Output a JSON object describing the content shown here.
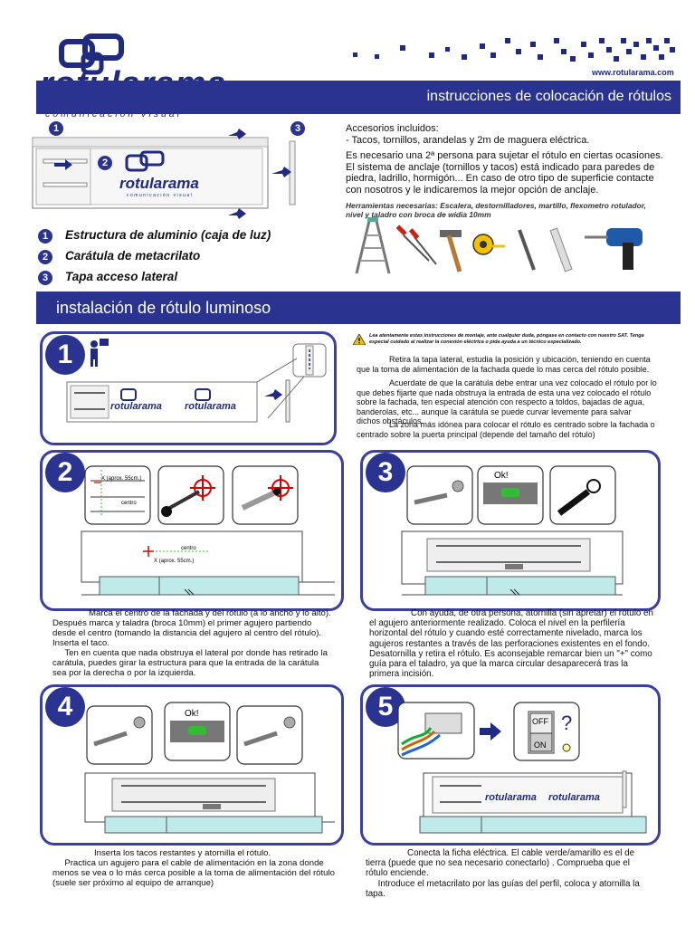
{
  "brand": {
    "name": "rotularama",
    "tagline": "comunicación visual",
    "url": "www.rotularama.com",
    "color": "#1f2a80"
  },
  "header": {
    "title": "instrucciones de colocación de rótulos"
  },
  "diagram_labels": {
    "n1": "1",
    "n2": "2",
    "n3": "3"
  },
  "legend": [
    {
      "num": "1",
      "label": "Estructura de aluminio (caja de luz)"
    },
    {
      "num": "2",
      "label": "Carátula de metacrilato"
    },
    {
      "num": "3",
      "label": "Tapa acceso lateral"
    }
  ],
  "accessories": {
    "title": "Accesorios incluidos:",
    "item": "- Tacos, tornillos, arandelas y 2m de maguera eléctrica.",
    "body": "Es necesario una 2ª persona para sujetar el rótulo en ciertas ocasiones. El sistema de anclaje (tornillos y tacos) está indicado para paredes de piedra, ladrillo, hormigón... En caso de otro tipo de superficie contacte con nosotros y le indicaremos la mejor opción de anclaje.",
    "tools": "Herramientas necesarias: Escalera, destornilladores, martillo, flexometro rotulador, nivel y taladro con broca de widia 10mm"
  },
  "section_title": "instalación de rótulo luminoso",
  "warning": "Lea atentamente estas instrucciones de montaje, ante cualquier duda, póngase en contacto con nuestro SAT. Tenga especial cuidado al realizar la conexión eléctrica o pida ayuda a un técnico especializado.",
  "step1_text": [
    "Retira la tapa lateral, estudia la posición y ubicación, teniendo en cuenta que la toma de alimentación de la fachada quede lo mas cerca del rótulo posible.",
    "Acuerdate de que la carátula debe entrar una vez colocado el rótulo por lo que debes fijarte que nada obstruya la entrada de esta una vez colocado el rótulo sobre la fachada, ten especial atención con respecto a toldos, bajadas de agua, banderolas, etc... aunque la carátula se puede curvar levemente para salvar dichos obstáculos.",
    "La zona más idónea para colocar el rótulo es centrado sobre la fachada o centrado sobre la puerta principal (depende del tamaño del rótulo)"
  ],
  "steps": [
    {
      "num": "1"
    },
    {
      "num": "2",
      "labels": {
        "x": "X (aprox. 55cm.)",
        "center": "centro"
      },
      "text": "Marca el centro de la fachada y del rótulo (a lo ancho y lo alto). Después marca y taladra (broca 10mm) el primer agujero partiendo desde el centro (tomando la distancia del agujero al centro del rótulo). Inserta el taco.\n     Ten en cuenta que nada obstruya el lateral por donde has retirado la carátula, puedes girar la estructura para que la entrada de la carátula sea por la derecha o por la izquierda."
    },
    {
      "num": "3",
      "ok": "Ok!",
      "text": "Con ayuda, de otra persona, atornilla (sin apretar) el rótulo en el agujero anteriormente realizado. Coloca el nivel en la perfilería horizontal del rótulo y cuando esté correctamente nivelado, marca los agujeros restantes a través de las perforaciones existentes en el fondo. Desatornilla y retira el rótulo. Es aconsejable remarcar bien un \"+\" como guía para el taladro, ya que la marca circular desaparecerá tras la primera incisión."
    },
    {
      "num": "4",
      "ok": "Ok!",
      "text": "Inserta los tacos restantes y atornilla el rótulo.\n     Practica un agujero para el cable de alimentación en la zona donde menos se vea o lo más cerca posible a la toma de alimentación del rótulo (suele ser próximo al equipo de arranque)"
    },
    {
      "num": "5",
      "switch_off": "OFF",
      "switch_on": "ON",
      "question": "?",
      "text": "Conecta la ficha eléctrica. El cable verde/amarillo es el de tierra (puede que no sea necesario conectarlo) . Comprueba que el rótulo enciende.\n     Introduce el metacrilato por las guías del perfil, coloca y atornilla la tapa."
    }
  ]
}
